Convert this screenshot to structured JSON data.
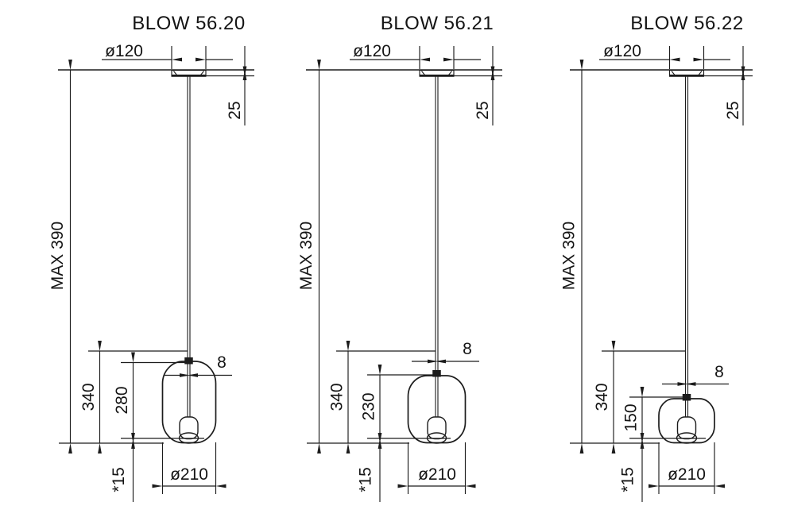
{
  "drawing": {
    "background_color": "#ffffff",
    "line_color": "#1c1c1c",
    "text_color": "#141414"
  },
  "panels": [
    {
      "id": "blow-56-20",
      "title": "BLOW 56.20",
      "dims": {
        "canopy_diameter": "ø120",
        "canopy_height": "25",
        "max_suspension": "MAX 390",
        "fixture_height": "340",
        "cage_height": "280",
        "stem_diameter": "8",
        "shade_diameter": "ø210",
        "bulb_protrusion": "*15"
      }
    },
    {
      "id": "blow-56-21",
      "title": "BLOW 56.21",
      "dims": {
        "canopy_diameter": "ø120",
        "canopy_height": "25",
        "max_suspension": "MAX 390",
        "fixture_height": "340",
        "cage_height": "230",
        "stem_diameter": "8",
        "shade_diameter": "ø210",
        "bulb_protrusion": "*15"
      }
    },
    {
      "id": "blow-56-22",
      "title": "BLOW 56.22",
      "dims": {
        "canopy_diameter": "ø120",
        "canopy_height": "25",
        "max_suspension": "MAX 390",
        "fixture_height": "340",
        "cage_height": "150",
        "stem_diameter": "8",
        "shade_diameter": "ø210",
        "bulb_protrusion": "*15"
      }
    }
  ]
}
